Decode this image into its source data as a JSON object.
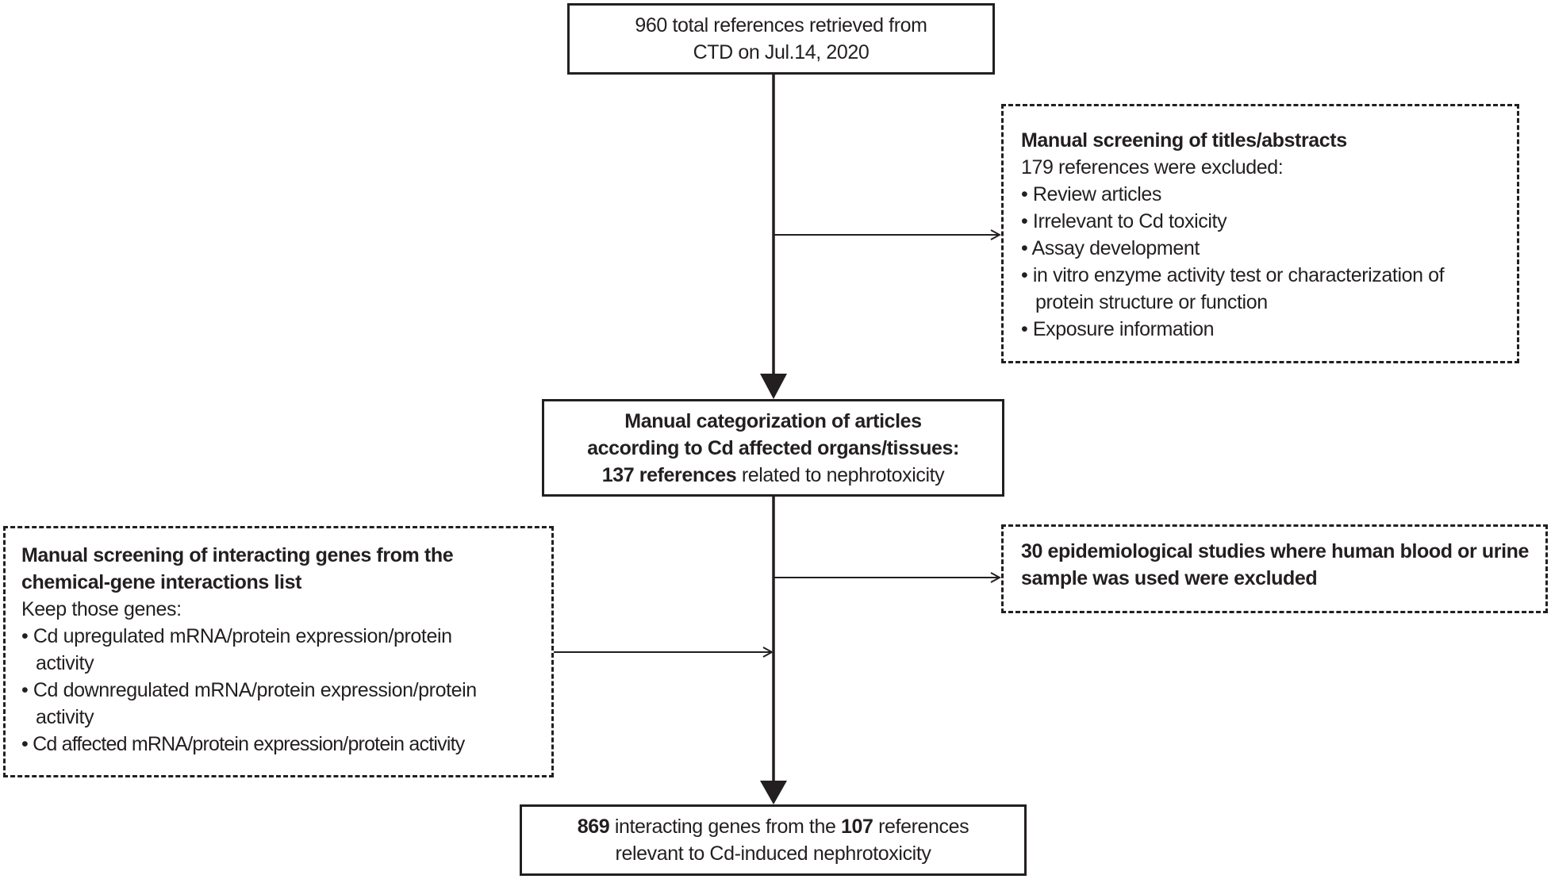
{
  "start": {
    "line1": "960 total references retrieved from",
    "line2": "CTD on Jul.14, 2020"
  },
  "screen_titles": {
    "title": "Manual screening of titles/abstracts",
    "subtitle": "179 references were excluded:",
    "items": [
      "Review articles",
      "Irrelevant to Cd toxicity",
      "Assay development",
      "in vitro enzyme activity test or characterization of protein structure or function",
      "Exposure information"
    ]
  },
  "categorization": {
    "line1": "Manual categorization of articles",
    "line2": "according to Cd affected organs/tissues:",
    "count": "137 references",
    "rest": " related to nephrotoxicity"
  },
  "screen_genes": {
    "title": "Manual screening of interacting genes from the chemical-gene interactions list",
    "subtitle": "Keep those genes:",
    "items": [
      "Cd upregulated mRNA/protein expression/protein activity",
      "Cd downregulated mRNA/protein expression/protein activity",
      "Cd affected mRNA/protein expression/protein activity"
    ]
  },
  "epi_exclusion": {
    "text": "30 epidemiological studies where human blood or urine sample was used were excluded"
  },
  "result": {
    "genes": "869",
    "mid": " interacting genes from the ",
    "refs": "107",
    "end": " references",
    "line2": "relevant to Cd-induced nephrotoxicity"
  }
}
